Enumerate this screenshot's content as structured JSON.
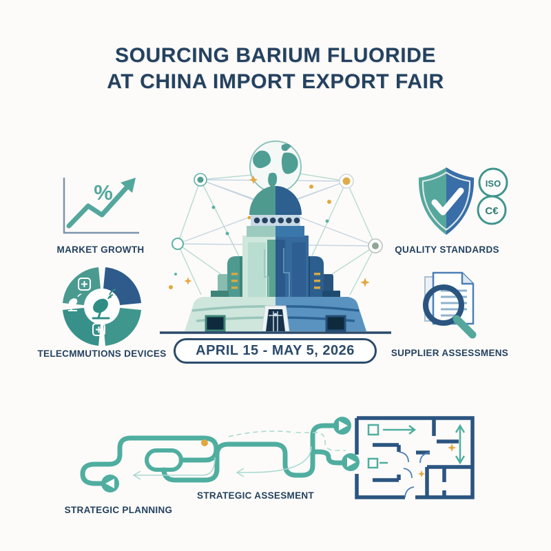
{
  "title": {
    "line1": "SOURCING BARIUM FLUORIDE",
    "line2": "AT CHINA IMPORT EXPORT FAIR"
  },
  "features": {
    "market_growth": {
      "label": "MARKET GROWTH",
      "percent_symbol": "%"
    },
    "telecom_devices": {
      "label": "TELECMMUTIONS DEVICES"
    },
    "quality_standards": {
      "label": "QUALITY STANDARDS",
      "badge_iso": "ISO",
      "badge_ce": "C€"
    },
    "supplier_assessments": {
      "label": "SUPPLIER ASSESSMENS"
    }
  },
  "event": {
    "date_range": "APRIL 15 - MAY 5, 2026"
  },
  "roadmap": {
    "planning_label": "STRATEGIC PLANNING",
    "assessment_label": "STRATEGIC ASSESMENT"
  },
  "colors": {
    "navy_text": "#24415f",
    "teal": "#4fae9f",
    "blue": "#3a6ea8",
    "gold": "#e2a83e",
    "wall_navy": "#2b5580"
  }
}
